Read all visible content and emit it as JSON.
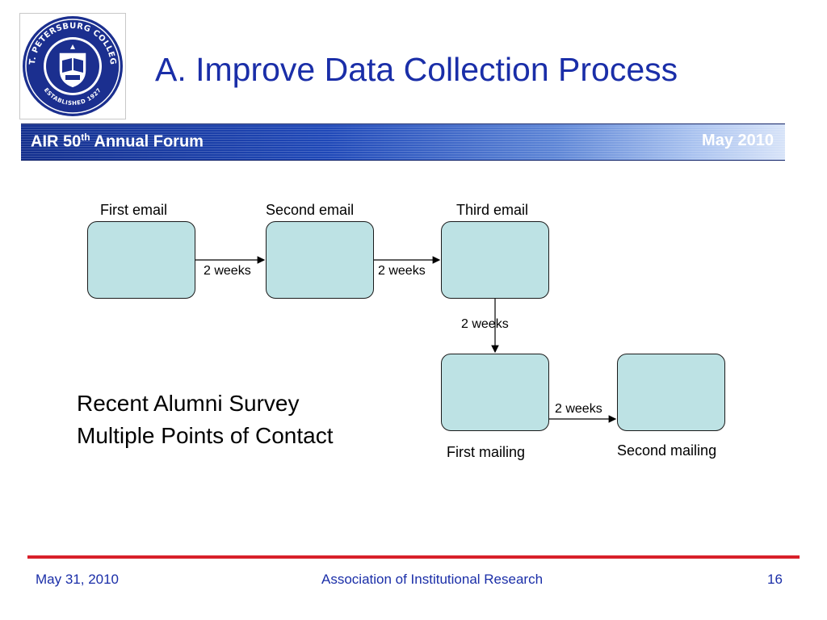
{
  "title": "A. Improve Data Collection Process",
  "logo": {
    "ring_top_text": "ST. PETERSBURG COLLEGE",
    "ring_bottom_text": "ESTABLISHED 1927",
    "colors": {
      "navy": "#1b2f8f",
      "white": "#ffffff"
    }
  },
  "banner": {
    "left_main": "AIR 50",
    "left_sup": "th",
    "left_rest": " Annual Forum",
    "right": "May 2010"
  },
  "diagram": {
    "nodes": {
      "first_email": "First email",
      "second_email": "Second email",
      "third_email": "Third email",
      "first_mailing": "First mailing",
      "second_mailing": "Second mailing"
    },
    "intervals": {
      "e1_e2": "2 weeks",
      "e2_e3": "2 weeks",
      "e3_m1": "2 weeks",
      "m1_m2": "2 weeks"
    },
    "box_color": "#bde2e4"
  },
  "survey": {
    "line1": "Recent Alumni Survey",
    "line2": "Multiple Points of Contact"
  },
  "footer": {
    "date": "May 31, 2010",
    "org": "Association of Institutional Research",
    "page": "16",
    "rule_color": "#d8202a",
    "text_color": "#1a2ea8"
  }
}
